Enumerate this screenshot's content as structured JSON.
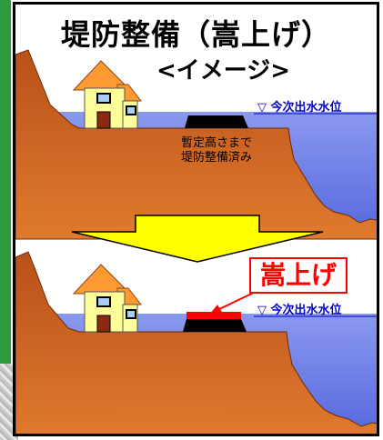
{
  "title": "堤防整備（嵩上げ）",
  "subtitle": "<イメージ>",
  "top_panel": {
    "water_level_label": "▽ 今次出水水位",
    "note_lines": [
      "暫定高さまで",
      "堤防整備済み"
    ]
  },
  "bottom_panel": {
    "water_level_label": "▽ 今次出水水位",
    "raise_label": "嵩上げ"
  },
  "colors": {
    "ground": "#c8581a",
    "ground_dark": "#a8440f",
    "water": "#7f8fe8",
    "levee": "#000000",
    "raise": "#ff0000",
    "house_wall": "#ffff99",
    "roof": "#ff9933",
    "arrow": "#ffff00",
    "frame_strip": "#2f9a3f"
  }
}
